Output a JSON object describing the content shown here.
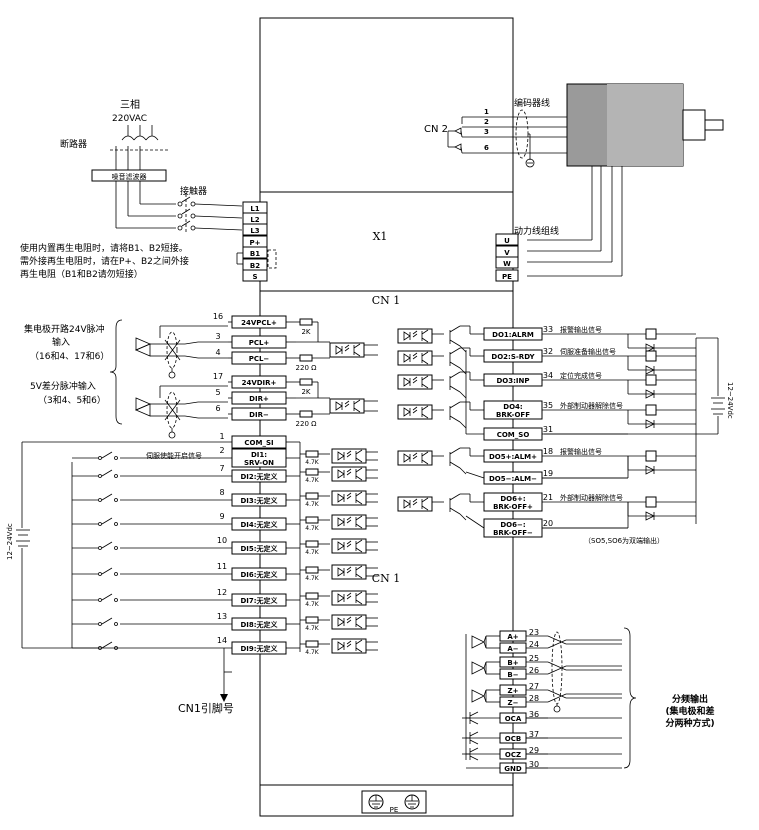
{
  "power": {
    "phase_label": "三相",
    "voltage_label": "220VAC",
    "breaker_label": "断路器",
    "filter_label": "噪音滤波器",
    "contactor_label": "接触器",
    "terminals": [
      "L1",
      "L2",
      "L3",
      "P+",
      "B1",
      "B2",
      "S"
    ],
    "note_lines": [
      "使用内置再生电阻时，请将B1、B2短接。",
      "需外接再生电阻时，请在P+、B2之间外接",
      "再生电阻（B1和B2请勿短接）"
    ]
  },
  "driver": {
    "x1_label": "X1",
    "cn1_label": "CN 1",
    "cn2_label": "CN 2",
    "pe_label": "PE"
  },
  "motor": {
    "encoder_label": "编码器线",
    "encoder_pins": [
      "1",
      "2",
      "3",
      "6"
    ],
    "power_cable_label": "动力线组线",
    "power_terminals": [
      "U",
      "V",
      "W",
      "PE"
    ]
  },
  "pulse_inputs": {
    "oc_label_lines": [
      "集电极开路24V脉冲",
      "输入",
      "（16和4、17和6）"
    ],
    "diff_label_lines": [
      "5V差分脉冲输入",
      "（3和4、5和6）"
    ],
    "pins": [
      {
        "num": "16",
        "name": "24VPCL+"
      },
      {
        "num": "3",
        "name": "PCL+"
      },
      {
        "num": "4",
        "name": "PCL−"
      },
      {
        "num": "17",
        "name": "24VDIR+"
      },
      {
        "num": "5",
        "name": "DIR+"
      },
      {
        "num": "6",
        "name": "DIR−"
      }
    ],
    "r_2k": "2K",
    "r_220": "220 Ω"
  },
  "digital_inputs": {
    "com_pin": {
      "num": "1",
      "name": "COM_SI"
    },
    "servo_on_note": "伺服使能开启信号",
    "supply_label": "12~24Vdc",
    "resistor_label": "4.7K",
    "pins": [
      {
        "num": "2",
        "name": "DI1:",
        "name2": "SRV-ON"
      },
      {
        "num": "7",
        "name": "DI2:无定义"
      },
      {
        "num": "8",
        "name": "DI3:无定义"
      },
      {
        "num": "9",
        "name": "DI4:无定义"
      },
      {
        "num": "10",
        "name": "DI5:无定义"
      },
      {
        "num": "11",
        "name": "DI6:无定义"
      },
      {
        "num": "12",
        "name": "DI7:无定义"
      },
      {
        "num": "13",
        "name": "DI8:无定义"
      },
      {
        "num": "14",
        "name": "DI9:无定义"
      }
    ],
    "cn1_pin_label": "CN1引脚号"
  },
  "digital_outputs": {
    "supply_label": "12~24Vdc",
    "pins": [
      {
        "num": "33",
        "name": "DO1:ALRM",
        "note": "报警输出信号"
      },
      {
        "num": "32",
        "name": "DO2:S-RDY",
        "note": "伺服准备输出信号"
      },
      {
        "num": "34",
        "name": "DO3:INP",
        "note": "定位完成信号"
      },
      {
        "num": "35",
        "name": "DO4:",
        "name2": "BRK-OFF",
        "note": "外部制动器解除信号"
      },
      {
        "num": "31",
        "name": "COM_SO",
        "note": ""
      },
      {
        "num": "18",
        "name": "DO5+:ALM+",
        "note": "报警输出信号"
      },
      {
        "num": "19",
        "name": "DO5−:ALM−",
        "note": ""
      },
      {
        "num": "21",
        "name": "DO6+:",
        "name2": "BRK-OFF+",
        "note": "外部制动器解除信号"
      },
      {
        "num": "20",
        "name": "DO6−:",
        "name2": "BRK-OFF−",
        "note": ""
      }
    ],
    "diff_note": "（SO5,SO6为双端输出）"
  },
  "encoder_outputs": {
    "pins": [
      {
        "num": "23",
        "name": "A+"
      },
      {
        "num": "24",
        "name": "A−"
      },
      {
        "num": "25",
        "name": "B+"
      },
      {
        "num": "26",
        "name": "B−"
      },
      {
        "num": "27",
        "name": "Z+"
      },
      {
        "num": "28",
        "name": "Z−"
      },
      {
        "num": "36",
        "name": "OCA"
      },
      {
        "num": "37",
        "name": "OCB"
      },
      {
        "num": "29",
        "name": "OCZ"
      },
      {
        "num": "30",
        "name": "GND"
      }
    ],
    "label_lines": [
      "分频输出",
      "(集电极和差",
      "分两种方式)"
    ]
  }
}
